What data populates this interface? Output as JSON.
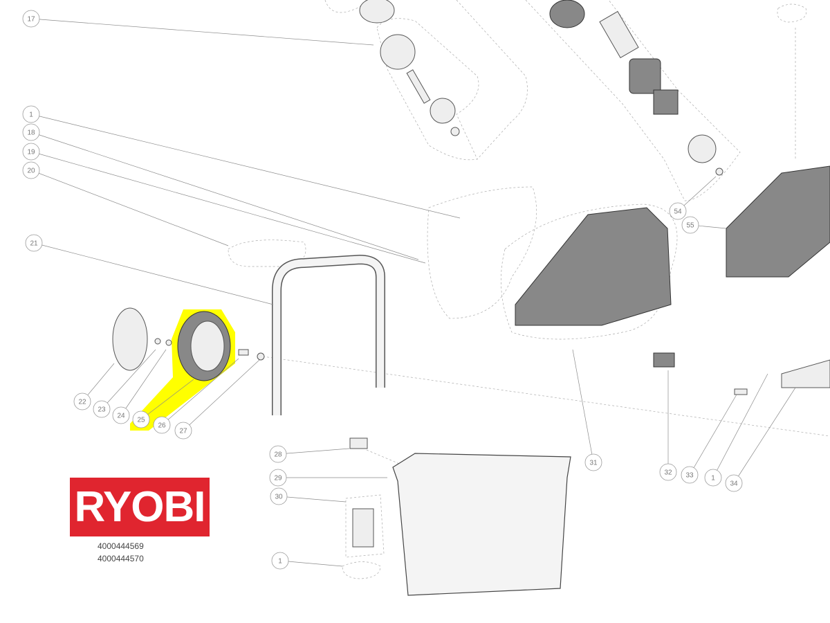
{
  "brand": {
    "logo_text": "RYOBI",
    "color": "#e0252f"
  },
  "part_numbers": [
    "4000444569",
    "4000444570"
  ],
  "highlight": {
    "callout": "25",
    "color": "#ffff00"
  },
  "callouts": [
    "17",
    "1",
    "18",
    "19",
    "20",
    "21",
    "22",
    "23",
    "24",
    "25",
    "26",
    "27",
    "28",
    "29",
    "30",
    "1",
    "31",
    "32",
    "33",
    "1",
    "34",
    "54",
    "55"
  ]
}
